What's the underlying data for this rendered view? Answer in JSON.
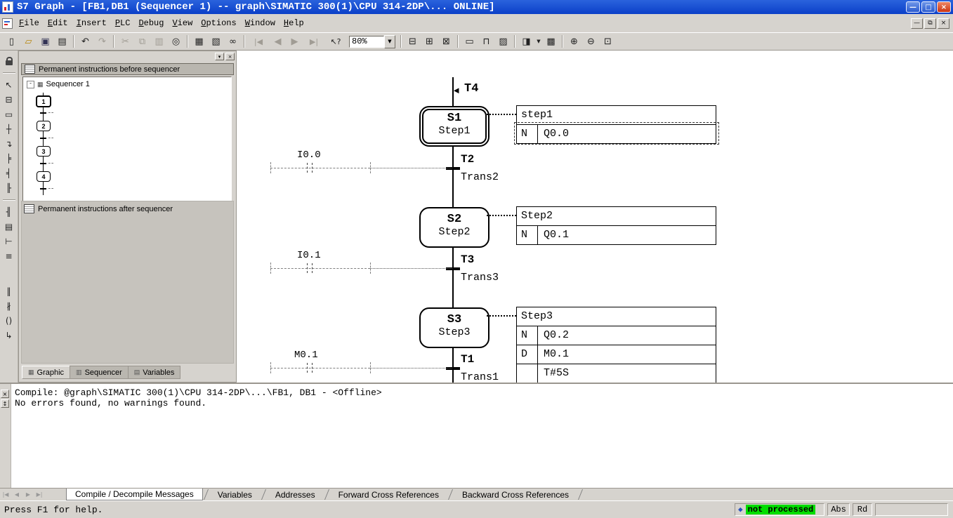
{
  "window": {
    "title": "S7 Graph - [FB1,DB1 (Sequencer 1) -- graph\\SIMATIC 300(1)\\CPU 314-2DP\\... ONLINE]",
    "minimize_glyph": "—",
    "maximize_glyph": "□",
    "close_glyph": "×"
  },
  "menubar": {
    "items": [
      "File",
      "Edit",
      "Insert",
      "PLC",
      "Debug",
      "View",
      "Options",
      "Window",
      "Help"
    ],
    "mdi": {
      "minimize_glyph": "—",
      "restore_glyph": "⧉",
      "close_glyph": "×"
    }
  },
  "toolbar": {
    "buttons": [
      {
        "name": "new",
        "glyph": "▯"
      },
      {
        "name": "open",
        "glyph": "▱"
      },
      {
        "name": "save",
        "glyph": "▣"
      },
      {
        "name": "print",
        "glyph": "▤"
      },
      {
        "name": "undo",
        "glyph": "↶"
      },
      {
        "name": "redo",
        "glyph": "↷"
      },
      {
        "name": "cut",
        "glyph": "✂"
      },
      {
        "name": "copy",
        "glyph": "⧉"
      },
      {
        "name": "paste",
        "glyph": "▥"
      },
      {
        "name": "find",
        "glyph": "◎"
      },
      {
        "name": "tile-windows",
        "glyph": "▦"
      },
      {
        "name": "cascade-windows",
        "glyph": "▧"
      },
      {
        "name": "show-conditions",
        "glyph": "∞"
      },
      {
        "name": "first-error",
        "glyph": "|◀"
      },
      {
        "name": "previous-error",
        "glyph": "◀"
      },
      {
        "name": "next-error",
        "glyph": "▶"
      },
      {
        "name": "last-error",
        "glyph": "▶|"
      },
      {
        "name": "context-help",
        "glyph": "↖?"
      },
      {
        "name": "sequencer-overview",
        "glyph": "⊟"
      },
      {
        "name": "single-step-view",
        "glyph": "⊞"
      },
      {
        "name": "permanent-instructions-view",
        "glyph": "⊠"
      },
      {
        "name": "insert-empty-box",
        "glyph": "▭"
      },
      {
        "name": "insert-network",
        "glyph": "⊓"
      },
      {
        "name": "address-grid",
        "glyph": "▨"
      },
      {
        "name": "display-options",
        "glyph": "◨"
      },
      {
        "name": "display-with-symbols",
        "glyph": "▩"
      },
      {
        "name": "zoom-in",
        "glyph": "⊕"
      },
      {
        "name": "zoom-out",
        "glyph": "⊖"
      },
      {
        "name": "zoom-fit",
        "glyph": "⊡"
      }
    ],
    "zoom_value": "80%",
    "zoom_dropdown_glyph": "▼"
  },
  "side_toolbar": {
    "buttons": [
      {
        "name": "lock",
        "glyph": ""
      },
      {
        "name": "select",
        "glyph": "↖"
      },
      {
        "name": "insert-step-and-transition",
        "glyph": "⊟"
      },
      {
        "name": "insert-step",
        "glyph": "▭"
      },
      {
        "name": "insert-transition",
        "glyph": "┼"
      },
      {
        "name": "insert-jump",
        "glyph": "↴"
      },
      {
        "name": "open-alternative-branch",
        "glyph": "╞"
      },
      {
        "name": "close-alternative-branch",
        "glyph": "╡"
      },
      {
        "name": "open-simultaneous-branch",
        "glyph": "╟"
      },
      {
        "name": "close-simultaneous-branch",
        "glyph": "╢"
      },
      {
        "name": "insert-action-box",
        "glyph": "▤"
      },
      {
        "name": "insert-condition",
        "glyph": "⊢"
      },
      {
        "name": "insert-comparator",
        "glyph": "≡"
      },
      {
        "name": "normally-open-contact",
        "glyph": "‖"
      },
      {
        "name": "normally-closed-contact",
        "glyph": "∦"
      },
      {
        "name": "insert-coil",
        "glyph": "()"
      },
      {
        "name": "close-branch",
        "glyph": "↳"
      }
    ]
  },
  "overview": {
    "float_glyph": "▾",
    "close_glyph": "×",
    "before_label": "Permanent instructions before sequencer",
    "after_label": "Permanent instructions after sequencer",
    "expander_glyph": "-",
    "root_label": "Sequencer 1",
    "steps": [
      "1",
      "2",
      "3",
      "4"
    ],
    "tabs": [
      {
        "label": "Graphic"
      },
      {
        "label": "Sequencer"
      },
      {
        "label": "Variables"
      }
    ]
  },
  "sfc": {
    "entry_jump": {
      "arrow_glyph": "◄",
      "target": "T4"
    },
    "steps": [
      {
        "id": "S1",
        "name": "Step1",
        "initial": true,
        "action": {
          "title": "step1",
          "rows": [
            {
              "qualifier": "N",
              "operand": "Q0.0",
              "selected": true
            }
          ]
        }
      },
      {
        "id": "S2",
        "name": "Step2",
        "action": {
          "title": "Step2",
          "rows": [
            {
              "qualifier": "N",
              "operand": "Q0.1"
            }
          ]
        }
      },
      {
        "id": "S3",
        "name": "Step3",
        "action": {
          "title": "Step3",
          "rows": [
            {
              "qualifier": "N",
              "operand": "Q0.2"
            },
            {
              "qualifier": "D",
              "operand": "M0.1"
            },
            {
              "qualifier": "",
              "operand": "T#5S"
            }
          ]
        }
      }
    ],
    "transitions": [
      {
        "id": "T2",
        "name": "Trans2",
        "condition": "I0.0"
      },
      {
        "id": "T3",
        "name": "Trans3",
        "condition": "I0.1"
      },
      {
        "id": "T1",
        "name": "Trans1",
        "condition": "M0.1"
      }
    ]
  },
  "messages": {
    "close_glyph": "×",
    "resize_glyph": "↕",
    "lines": [
      "Compile: @graph\\SIMATIC 300(1)\\CPU 314-2DP\\...\\FB1, DB1 - <Offline>",
      "No errors found, no warnings found."
    ],
    "nav": [
      {
        "name": "first",
        "glyph": "|◀"
      },
      {
        "name": "previous",
        "glyph": "◀"
      },
      {
        "name": "next",
        "glyph": "▶"
      },
      {
        "name": "last",
        "glyph": "▶|"
      }
    ],
    "tabs": [
      {
        "label": "Compile / Decompile Messages"
      },
      {
        "label": "Variables"
      },
      {
        "label": "Addresses"
      },
      {
        "label": "Forward Cross References"
      },
      {
        "label": "Backward Cross References"
      }
    ]
  },
  "statusbar": {
    "help_text": "Press F1 for help.",
    "diamond_glyph": "◆",
    "process_status": "not processed",
    "status_color": "#00dd00",
    "abs_label": "Abs",
    "rd_label": "Rd"
  }
}
